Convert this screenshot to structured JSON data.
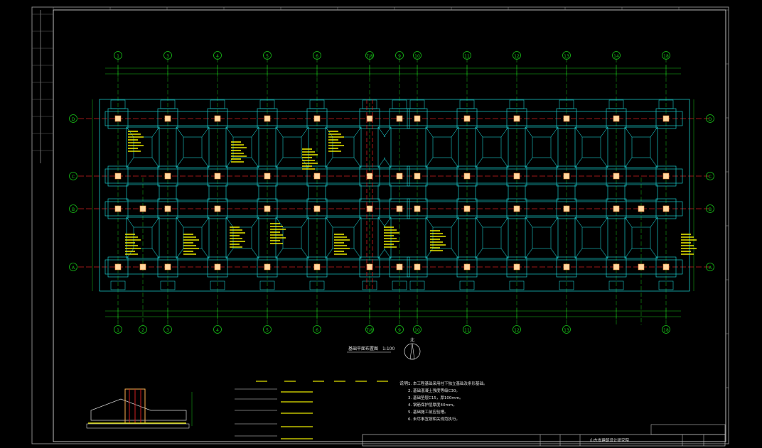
{
  "drawing": {
    "columns_top": [
      "1",
      "3",
      "4",
      "5",
      "6",
      "7/8",
      "9",
      "10",
      "11",
      "12",
      "13",
      "14",
      "18"
    ],
    "columns_bottom": [
      "1",
      "2",
      "3",
      "4",
      "5",
      "6",
      "7/8",
      "9",
      "10",
      "11",
      "12",
      "13",
      "18"
    ],
    "rows": [
      "D",
      "C",
      "B",
      "A"
    ],
    "plan_title": "基础平面布置图",
    "plan_scale": "1:100",
    "north_label": "北",
    "notes_title": "说明:",
    "notes": [
      "1. 本工程基础采用柱下独立基础及条形基础。",
      "2. 基础混凝土强度等级C30。",
      "3. 基础垫层C15，厚100mm。",
      "4. 钢筋保护层厚度40mm。",
      "5. 基础施工前应验槽。",
      "6. 未尽事宜按相关规范执行。"
    ],
    "company": "山东省建筑设计研究院"
  },
  "colors": {
    "background": "#000000",
    "footing": "#19c8c8",
    "grid": "#18c018",
    "axis_red": "#d02020",
    "text_yellow": "#e8e800",
    "text_white": "#e0e0e0",
    "column": "#ffd8a0"
  }
}
